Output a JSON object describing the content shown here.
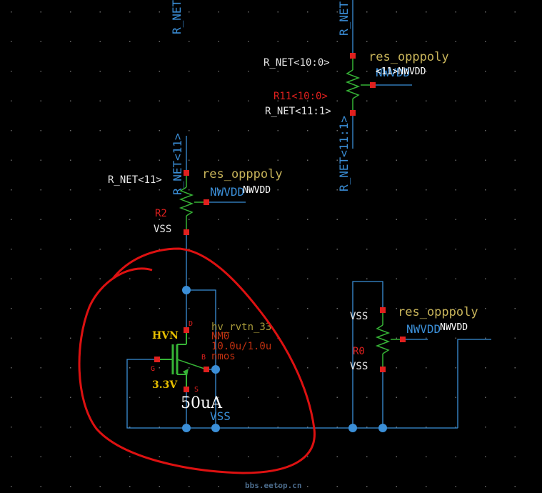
{
  "nets": {
    "r_net_top_left": "R_NET",
    "r_net_top_mid": "R_NET",
    "r_net_10_0": "R_NET<10:0>",
    "r_net_11_1_v": "R_NET<11:1>",
    "r_net_11_1_h": "R_NET<11:1>",
    "r_net_11_v": "R_NET<11>",
    "r_net_11_h": "R_NET<11>",
    "nwvdd_net": "NWVDD",
    "vss": "VSS"
  },
  "resistors": [
    {
      "type": "res_opppoly",
      "inst": "R11<10:0>",
      "bulk_label": "<11>NWVDD",
      "bulk_pin": "NWVDD"
    },
    {
      "type": "res_opppoly",
      "inst": "R2",
      "bulk_label": "NWVDD",
      "bulk_pin": "NWVDD",
      "bottom": "VSS"
    },
    {
      "type": "res_opppoly",
      "inst": "R0",
      "bulk_label": "NWVDD",
      "bulk_pin": "NWVDD",
      "top": "VSS",
      "bottom": "VSS"
    }
  ],
  "transistor": {
    "cell": "hv_rvtn_33",
    "inst": "NM0",
    "size": "10.0u/1.0u",
    "model": "nmos",
    "flavor": "HVN",
    "voltage": "3.3V",
    "pins": {
      "d": "D",
      "g": "G",
      "s": "S",
      "b": "B"
    }
  },
  "annotation": {
    "current": "50uA"
  },
  "watermark": "bbs.eetop.cn",
  "colors": {
    "wire": "#3b8fd8",
    "pin": "#e0201e",
    "resistor": "#36b336",
    "device_label": "#c8b45a",
    "circle": "#dd1111"
  }
}
